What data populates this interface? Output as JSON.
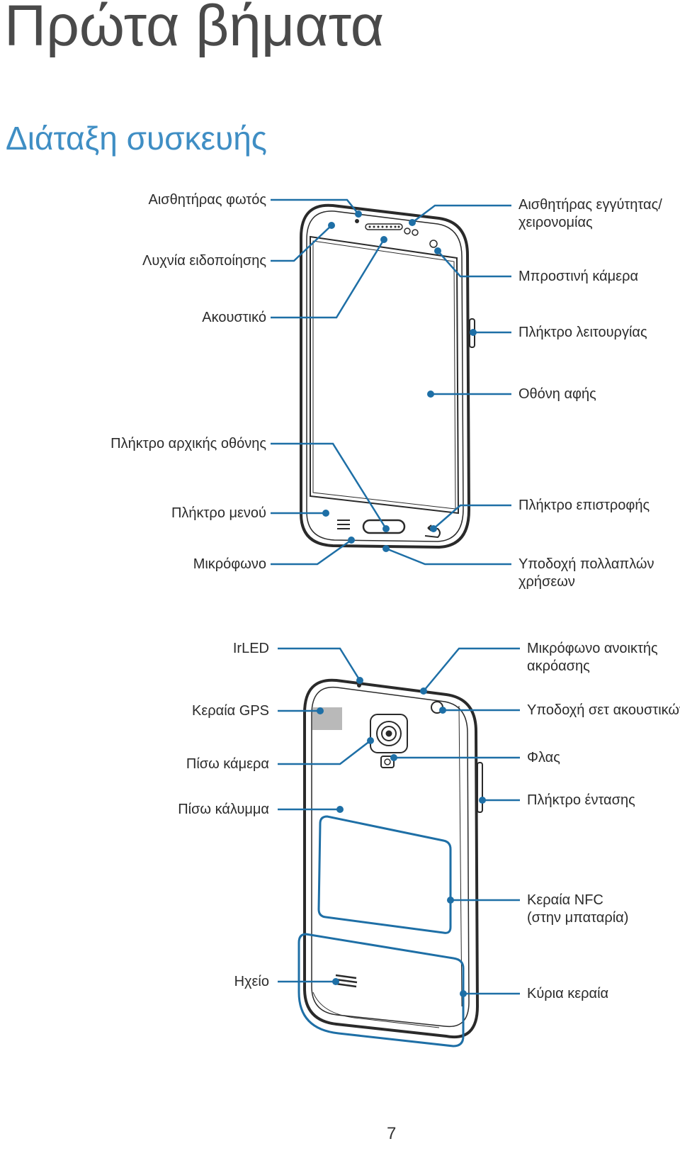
{
  "chapter_title": "Πρώτα βήματα",
  "section_title": "Διάταξη συσκευής",
  "front_labels": {
    "light_sensor": "Αισθητήρας φωτός",
    "notification_led": "Λυχνία ειδοποίησης",
    "earpiece": "Ακουστικό",
    "home_key": "Πλήκτρο αρχικής οθόνης",
    "menu_key": "Πλήκτρο μενού",
    "microphone": "Μικρόφωνο",
    "proximity_sensor_line1": "Αισθητήρας εγγύτητας/",
    "proximity_sensor_line2": "χειρονομίας",
    "front_camera": "Μπροστινή κάμερα",
    "power_key": "Πλήκτρο λειτουργίας",
    "touchscreen": "Οθόνη αφής",
    "back_key": "Πλήκτρο επιστροφής",
    "multipurpose_jack_line1": "Υποδοχή πολλαπλών",
    "multipurpose_jack_line2": "χρήσεων"
  },
  "back_labels": {
    "irled": "IrLED",
    "gps_antenna": "Κεραία GPS",
    "rear_camera": "Πίσω κάμερα",
    "back_cover": "Πίσω κάλυμμα",
    "speaker": "Ηχείο",
    "speakerphone_mic_line1": "Μικρόφωνο ανοικτής",
    "speakerphone_mic_line2": "ακρόασης",
    "headset_jack": "Υποδοχή σετ ακουστικών",
    "flash": "Φλας",
    "volume_key": "Πλήκτρο έντασης",
    "nfc_antenna_line1": "Κεραία NFC",
    "nfc_antenna_line2": "(στην μπαταρία)",
    "main_antenna": "Κύρια κεραία"
  },
  "page_number": "7",
  "colors": {
    "callout": "#1e6fa6",
    "heading_blue": "#3f8ec4",
    "chapter_gray": "#4a4a4a",
    "outline": "#2a2a2a"
  }
}
